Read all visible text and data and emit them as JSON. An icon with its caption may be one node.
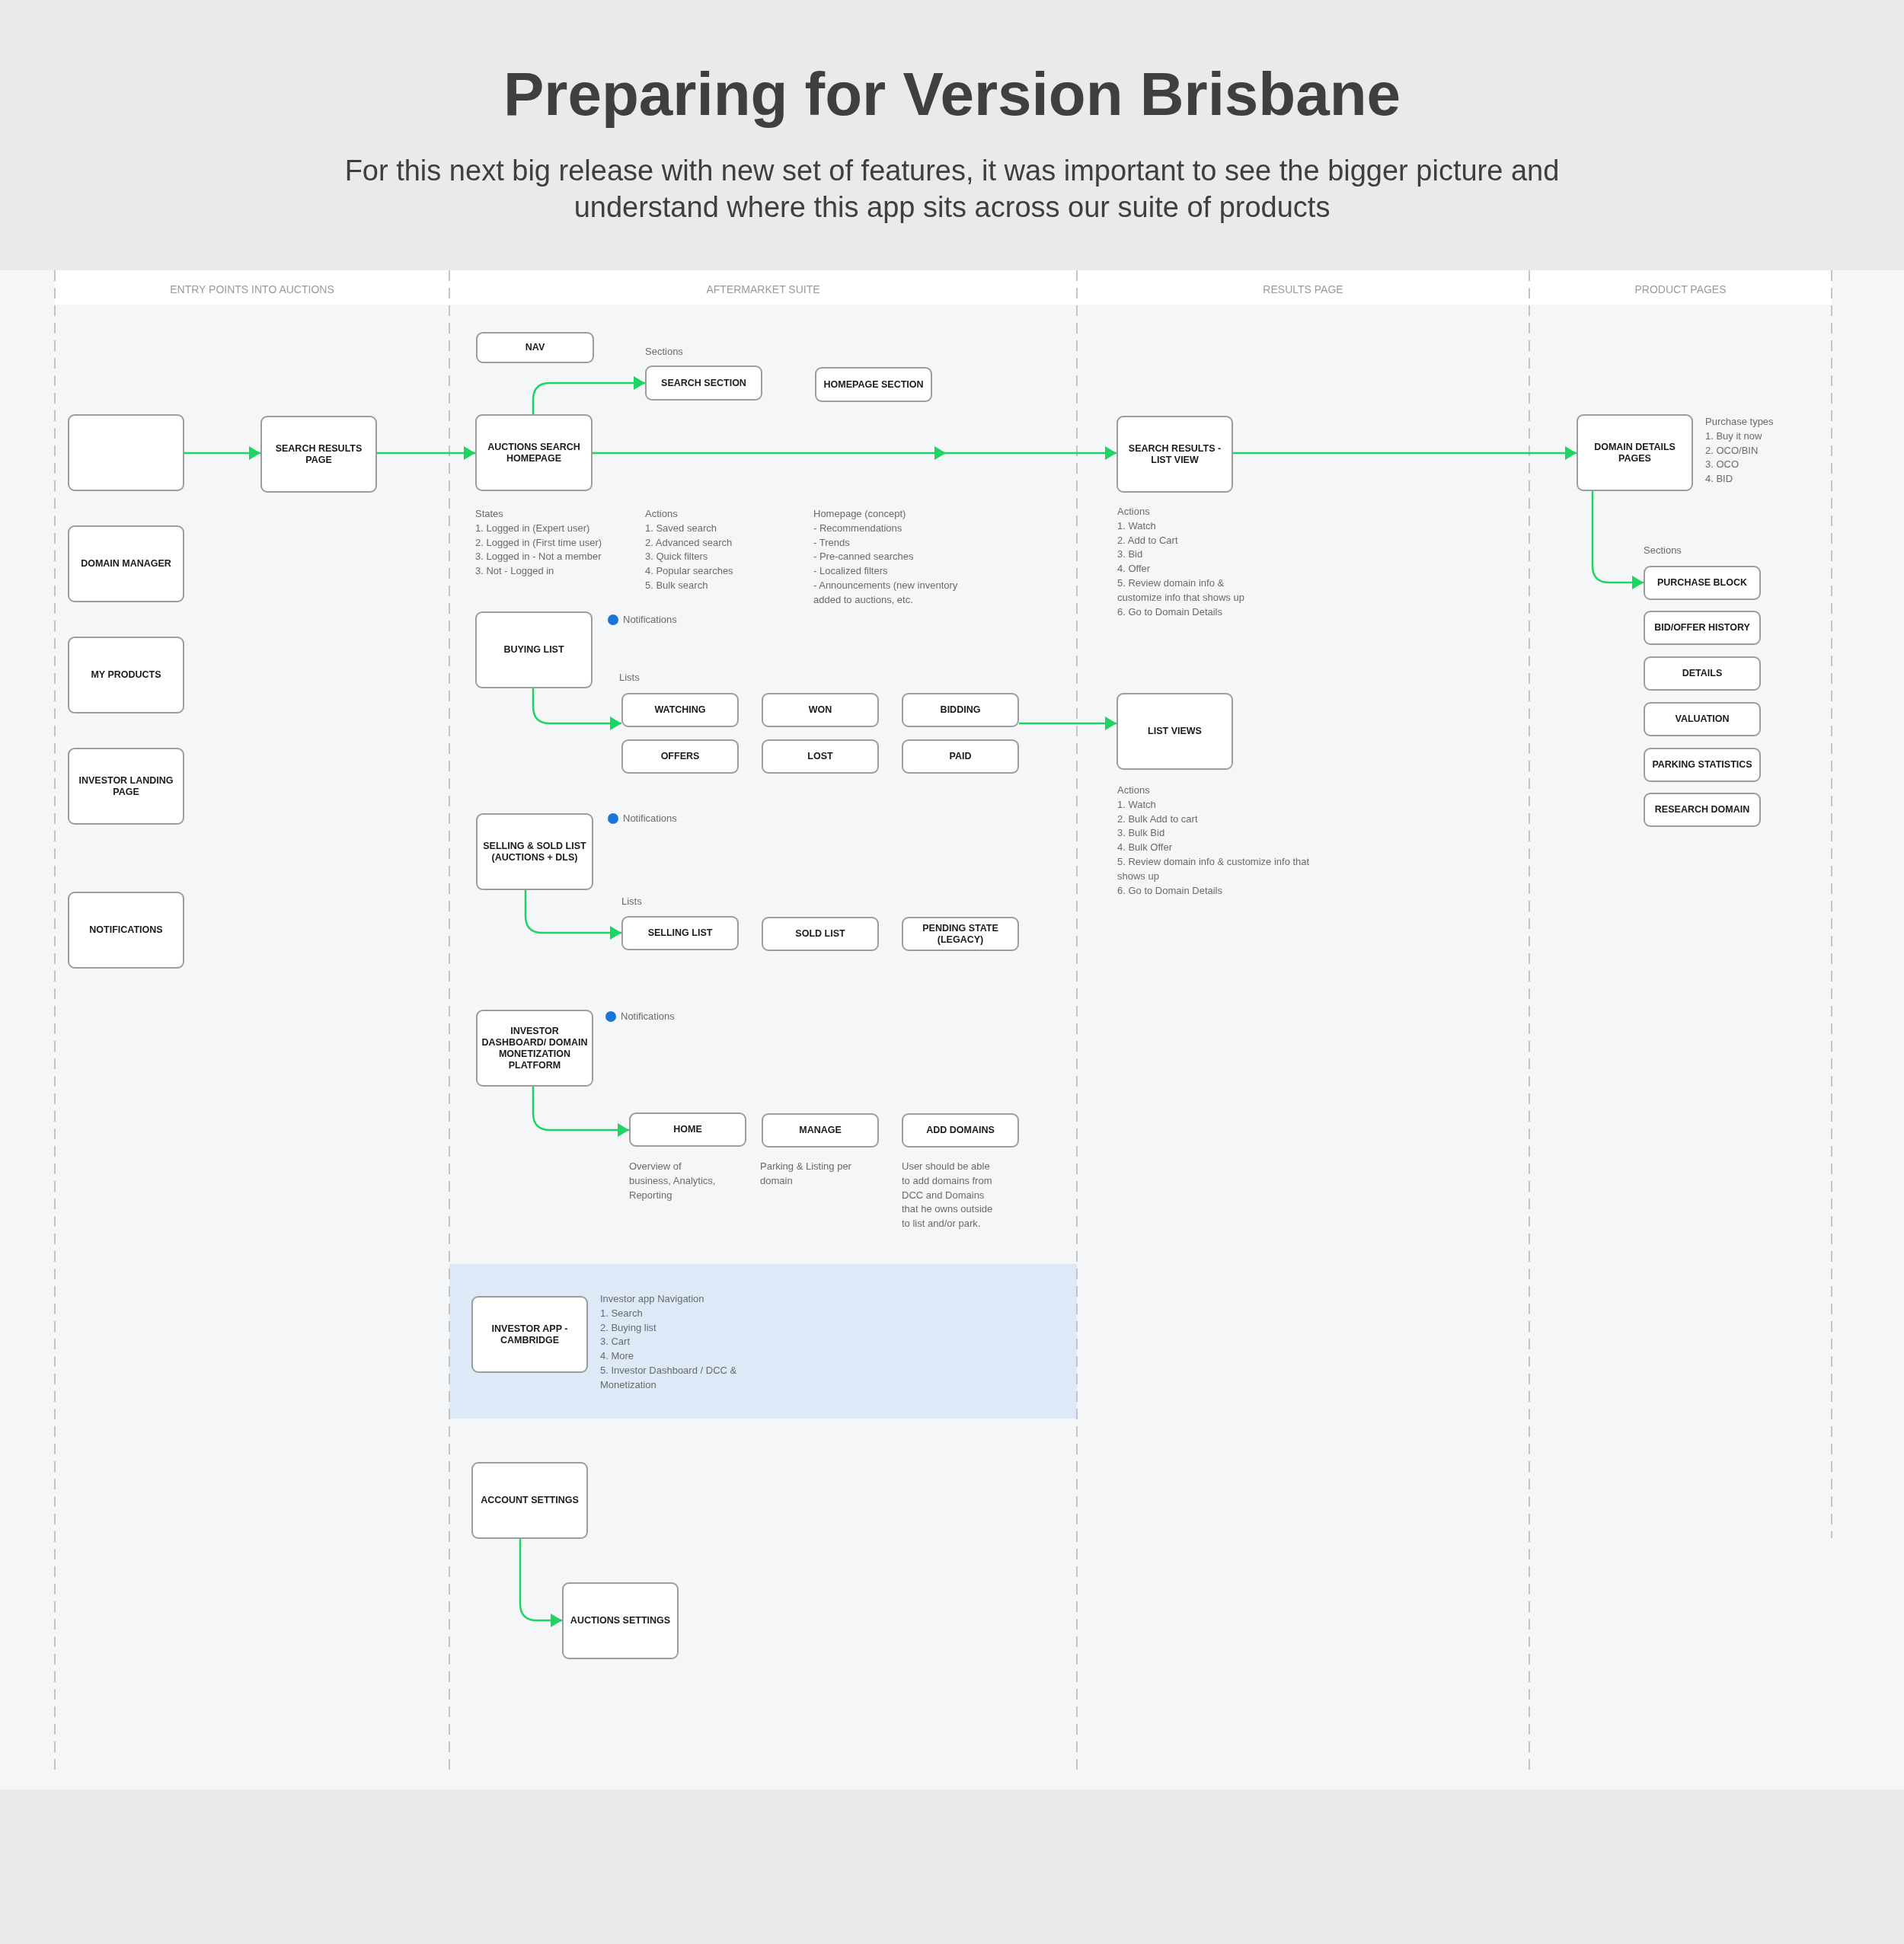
{
  "diagram": {
    "title": "Preparing for Version Brisbane",
    "caption": "For this next big release with new set of features, it was important to see the bigger picture and understand where this app sits across our suite of products",
    "nodes": [
      {
        "text": [],
        "shape": "box"
      },
      {
        "text": [
          "SEARCH RESULTS PAGE"
        ]
      },
      {
        "text": [
          "DOMAIN MANAGER"
        ]
      },
      {
        "text": [
          "MY PRODUCTS"
        ]
      },
      {
        "text": [
          "INVESTOR LANDING PAGE"
        ]
      },
      {
        "text": [
          "NOTIFICATIONS"
        ]
      },
      {
        "text": [
          "NAV"
        ]
      },
      {
        "text": [
          "SEARCH SECTION"
        ],
        "beside": [
          "Actions",
          "1. Saved search",
          "2. Advanced search",
          "3. Quick filters",
          "4. Popular searches",
          "5. Bulk search"
        ]
      },
      {
        "text": [
          "HOMEPAGE SECTION"
        ],
        "beside": [
          "Homepage (concept)",
          "- Recommendations",
          "- Trends",
          "- Pre-canned searches",
          "- Localized filters",
          "- Announcements (new inventory added to auctions, etc."
        ]
      },
      {
        "text": [
          "AUCTIONS SEARCH HOMEPAGE"
        ],
        "beside": [
          "States",
          "1. Logged in (Expert user)",
          "2. Logged in (First time user)",
          "3. Logged in - Not a member",
          "3. Not - Logged in"
        ]
      },
      {
        "text": [
          "BUYING LIST"
        ]
      },
      {
        "text": [
          "WATCHING"
        ]
      },
      {
        "text": [
          "WON"
        ]
      },
      {
        "text": [
          "BIDDING"
        ]
      },
      {
        "text": [
          "OFFERS"
        ]
      },
      {
        "text": [
          "LOST"
        ]
      },
      {
        "text": [
          "PAID"
        ]
      },
      {
        "text": [
          "SELLING & SOLD LIST (AUCTIONS + DLS)"
        ]
      },
      {
        "text": [
          "SELLING LIST"
        ]
      },
      {
        "text": [
          "SOLD LIST"
        ]
      },
      {
        "text": [
          "PENDING STATE (LEGACY)"
        ]
      },
      {
        "text": [
          "INVESTOR DASHBOARD/ DOMAIN MONETIZATION PLATFORM"
        ]
      },
      {
        "text": [
          "HOME"
        ],
        "beside": [
          "Overview of business, Analytics, Reporting"
        ]
      },
      {
        "text": [
          "MANAGE"
        ],
        "beside": [
          "Parking & Listing per domain"
        ]
      },
      {
        "text": [
          "ADD DOMAINS"
        ],
        "beside": [
          "User should be able to add domains from DCC and Domains that he owns outside to list and/or park."
        ]
      },
      {
        "text": [
          "INVESTOR APP - CAMBRIDGE"
        ],
        "beside": [
          "Investor app Navigation",
          "1. Search",
          "2. Buying list",
          "3. Cart",
          "4. More",
          "5. Investor Dashboard / DCC & Monetization"
        ]
      },
      {
        "text": [
          "ACCOUNT SETTINGS"
        ]
      },
      {
        "text": [
          "AUCTIONS SETTINGS"
        ]
      },
      {
        "text": [
          "SEARCH RESULTS - LIST VIEW"
        ],
        "beside": [
          "Actions",
          "1. Watch",
          "2. Add to Cart",
          "3. Bid",
          "4. Offer",
          "5. Review domain info & customize info that shows up",
          "6. Go to Domain Details"
        ]
      },
      {
        "text": [
          "LIST VIEWS"
        ],
        "beside": [
          "Actions",
          "1. Watch",
          "2. Bulk Add to cart",
          "3. Bulk Bid",
          "4. Bulk Offer",
          "5. Review domain info & customize info that shows up",
          "6. Go to Domain Details"
        ]
      },
      {
        "text": [
          "DOMAIN DETAILS PAGES"
        ],
        "beside": [
          "Purchase types",
          "1. Buy it now",
          "2. OCO/BIN",
          "3. OCO",
          "4. BID"
        ]
      },
      {
        "text": [
          "PURCHASE BLOCK"
        ]
      },
      {
        "text": [
          "BID/OFFER HISTORY"
        ]
      },
      {
        "text": [
          "DETAILS"
        ]
      },
      {
        "text": [
          "VALUATION"
        ]
      },
      {
        "text": [
          "PARKING STATISTICS"
        ]
      },
      {
        "text": [
          "RESEARCH DOMAIN"
        ]
      }
    ],
    "edges": [
      {
        "from": 0,
        "to": 1,
        "arrow": "to"
      },
      {
        "from": 1,
        "to": 9,
        "arrow": "to"
      },
      {
        "from": 9,
        "to": 7,
        "arrow": "to"
      },
      {
        "from": 9,
        "to": 28,
        "arrow": "to"
      },
      {
        "from": 28,
        "to": 30,
        "arrow": "to"
      },
      {
        "from": 30,
        "to": 31,
        "arrow": "to"
      },
      {
        "from": 10,
        "to": 11,
        "arrow": "to"
      },
      {
        "from": 13,
        "to": 29,
        "arrow": "to"
      },
      {
        "from": 17,
        "to": 18,
        "arrow": "to"
      },
      {
        "from": 21,
        "to": 22,
        "arrow": "to"
      },
      {
        "from": 26,
        "to": 27,
        "arrow": "to"
      }
    ],
    "labels": [
      "ENTRY POINTS INTO AUCTIONS",
      "AFTERMARKET SUITE",
      "RESULTS PAGE",
      "PRODUCT PAGES",
      "Sections",
      "Sections",
      "Notifications",
      "Lists",
      "Notifications",
      "Lists",
      "Notifications"
    ]
  }
}
